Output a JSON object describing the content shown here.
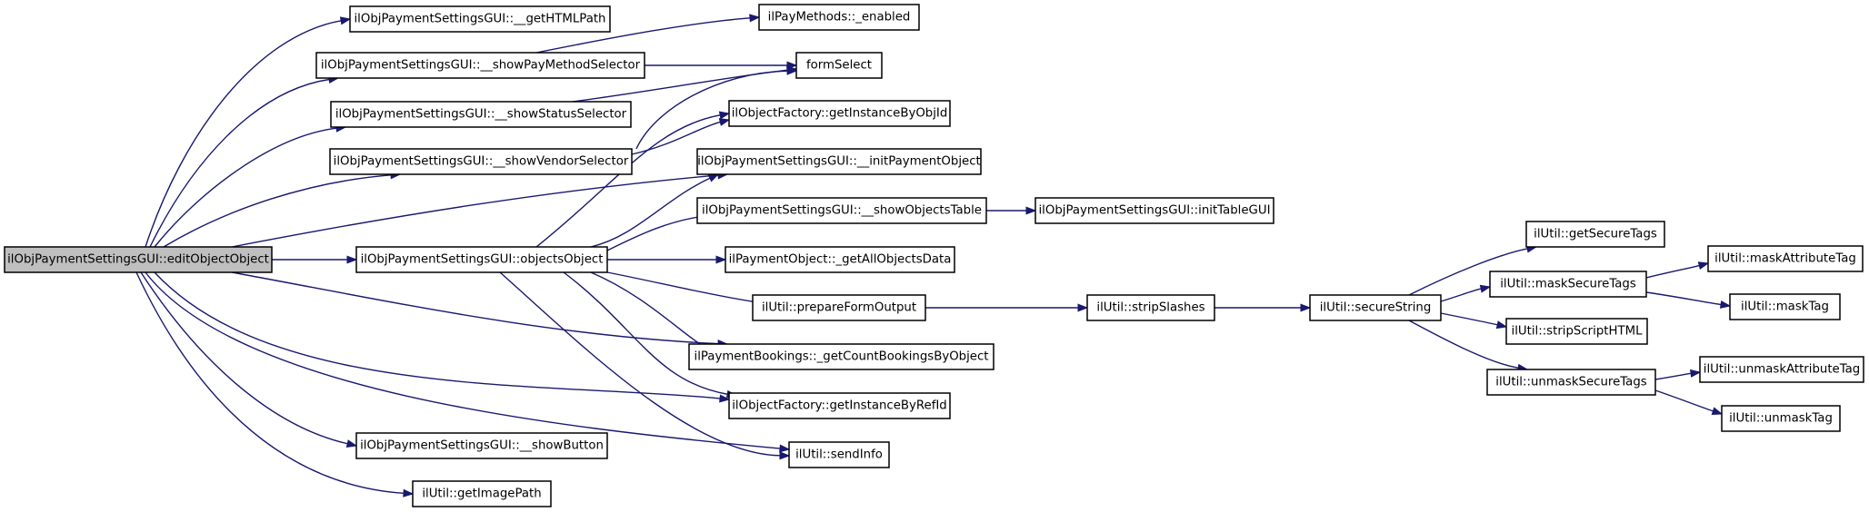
{
  "diagram": {
    "type": "call-graph",
    "colors": {
      "edge": "#191970",
      "node_border": "#000000",
      "root_fill": "#bfbfbf",
      "node_fill": "#ffffff"
    },
    "nodes": [
      {
        "id": "editObjectObject",
        "label": "ilObjPaymentSettingsGUI::editObjectObject",
        "root": true
      },
      {
        "id": "getHTMLPath",
        "label": "ilObjPaymentSettingsGUI::__getHTMLPath"
      },
      {
        "id": "showPayMethodSelector",
        "label": "ilObjPaymentSettingsGUI::__showPayMethodSelector"
      },
      {
        "id": "showStatusSelector",
        "label": "ilObjPaymentSettingsGUI::__showStatusSelector"
      },
      {
        "id": "showVendorSelector",
        "label": "ilObjPaymentSettingsGUI::__showVendorSelector"
      },
      {
        "id": "objectsObject",
        "label": "ilObjPaymentSettingsGUI::objectsObject"
      },
      {
        "id": "showButton",
        "label": "ilObjPaymentSettingsGUI::__showButton"
      },
      {
        "id": "getImagePath",
        "label": "ilUtil::getImagePath"
      },
      {
        "id": "enabled",
        "label": "ilPayMethods::_enabled"
      },
      {
        "id": "formSelect",
        "label": "formSelect"
      },
      {
        "id": "getInstanceByObjId",
        "label": "ilObjectFactory::getInstanceByObjId"
      },
      {
        "id": "initPaymentObject",
        "label": "ilObjPaymentSettingsGUI::__initPaymentObject"
      },
      {
        "id": "showObjectsTable",
        "label": "ilObjPaymentSettingsGUI::__showObjectsTable"
      },
      {
        "id": "getAllObjectsData",
        "label": "ilPaymentObject::_getAllObjectsData"
      },
      {
        "id": "prepareFormOutput",
        "label": "ilUtil::prepareFormOutput"
      },
      {
        "id": "getCountBookings",
        "label": "ilPaymentBookings::_getCountBookingsByObject"
      },
      {
        "id": "getInstanceByRefId",
        "label": "ilObjectFactory::getInstanceByRefId"
      },
      {
        "id": "sendInfo",
        "label": "ilUtil::sendInfo"
      },
      {
        "id": "initTableGUI",
        "label": "ilObjPaymentSettingsGUI::initTableGUI"
      },
      {
        "id": "stripSlashes",
        "label": "ilUtil::stripSlashes"
      },
      {
        "id": "secureString",
        "label": "ilUtil::secureString"
      },
      {
        "id": "getSecureTags",
        "label": "ilUtil::getSecureTags"
      },
      {
        "id": "maskSecureTags",
        "label": "ilUtil::maskSecureTags"
      },
      {
        "id": "stripScriptHTML",
        "label": "ilUtil::stripScriptHTML"
      },
      {
        "id": "unmaskSecureTags",
        "label": "ilUtil::unmaskSecureTags"
      },
      {
        "id": "maskAttributeTag",
        "label": "ilUtil::maskAttributeTag"
      },
      {
        "id": "maskTag",
        "label": "ilUtil::maskTag"
      },
      {
        "id": "unmaskAttributeTag",
        "label": "ilUtil::unmaskAttributeTag"
      },
      {
        "id": "unmaskTag",
        "label": "ilUtil::unmaskTag"
      }
    ],
    "edges": [
      {
        "from": "editObjectObject",
        "to": "getHTMLPath"
      },
      {
        "from": "editObjectObject",
        "to": "showPayMethodSelector"
      },
      {
        "from": "editObjectObject",
        "to": "showStatusSelector"
      },
      {
        "from": "editObjectObject",
        "to": "showVendorSelector"
      },
      {
        "from": "editObjectObject",
        "to": "initPaymentObject"
      },
      {
        "from": "editObjectObject",
        "to": "objectsObject"
      },
      {
        "from": "editObjectObject",
        "to": "getCountBookings"
      },
      {
        "from": "editObjectObject",
        "to": "getInstanceByRefId"
      },
      {
        "from": "editObjectObject",
        "to": "sendInfo"
      },
      {
        "from": "editObjectObject",
        "to": "showButton"
      },
      {
        "from": "editObjectObject",
        "to": "getImagePath"
      },
      {
        "from": "showPayMethodSelector",
        "to": "enabled"
      },
      {
        "from": "showPayMethodSelector",
        "to": "formSelect"
      },
      {
        "from": "showStatusSelector",
        "to": "formSelect"
      },
      {
        "from": "showVendorSelector",
        "to": "formSelect"
      },
      {
        "from": "showVendorSelector",
        "to": "getInstanceByObjId"
      },
      {
        "from": "objectsObject",
        "to": "getInstanceByObjId"
      },
      {
        "from": "objectsObject",
        "to": "initPaymentObject"
      },
      {
        "from": "objectsObject",
        "to": "showObjectsTable"
      },
      {
        "from": "objectsObject",
        "to": "getAllObjectsData"
      },
      {
        "from": "objectsObject",
        "to": "prepareFormOutput"
      },
      {
        "from": "objectsObject",
        "to": "getCountBookings"
      },
      {
        "from": "objectsObject",
        "to": "getInstanceByRefId"
      },
      {
        "from": "objectsObject",
        "to": "sendInfo"
      },
      {
        "from": "showObjectsTable",
        "to": "initTableGUI"
      },
      {
        "from": "prepareFormOutput",
        "to": "stripSlashes"
      },
      {
        "from": "stripSlashes",
        "to": "secureString"
      },
      {
        "from": "secureString",
        "to": "getSecureTags"
      },
      {
        "from": "secureString",
        "to": "maskSecureTags"
      },
      {
        "from": "secureString",
        "to": "stripScriptHTML"
      },
      {
        "from": "secureString",
        "to": "unmaskSecureTags"
      },
      {
        "from": "maskSecureTags",
        "to": "maskAttributeTag"
      },
      {
        "from": "maskSecureTags",
        "to": "maskTag"
      },
      {
        "from": "unmaskSecureTags",
        "to": "unmaskAttributeTag"
      },
      {
        "from": "unmaskSecureTags",
        "to": "unmaskTag"
      }
    ]
  }
}
